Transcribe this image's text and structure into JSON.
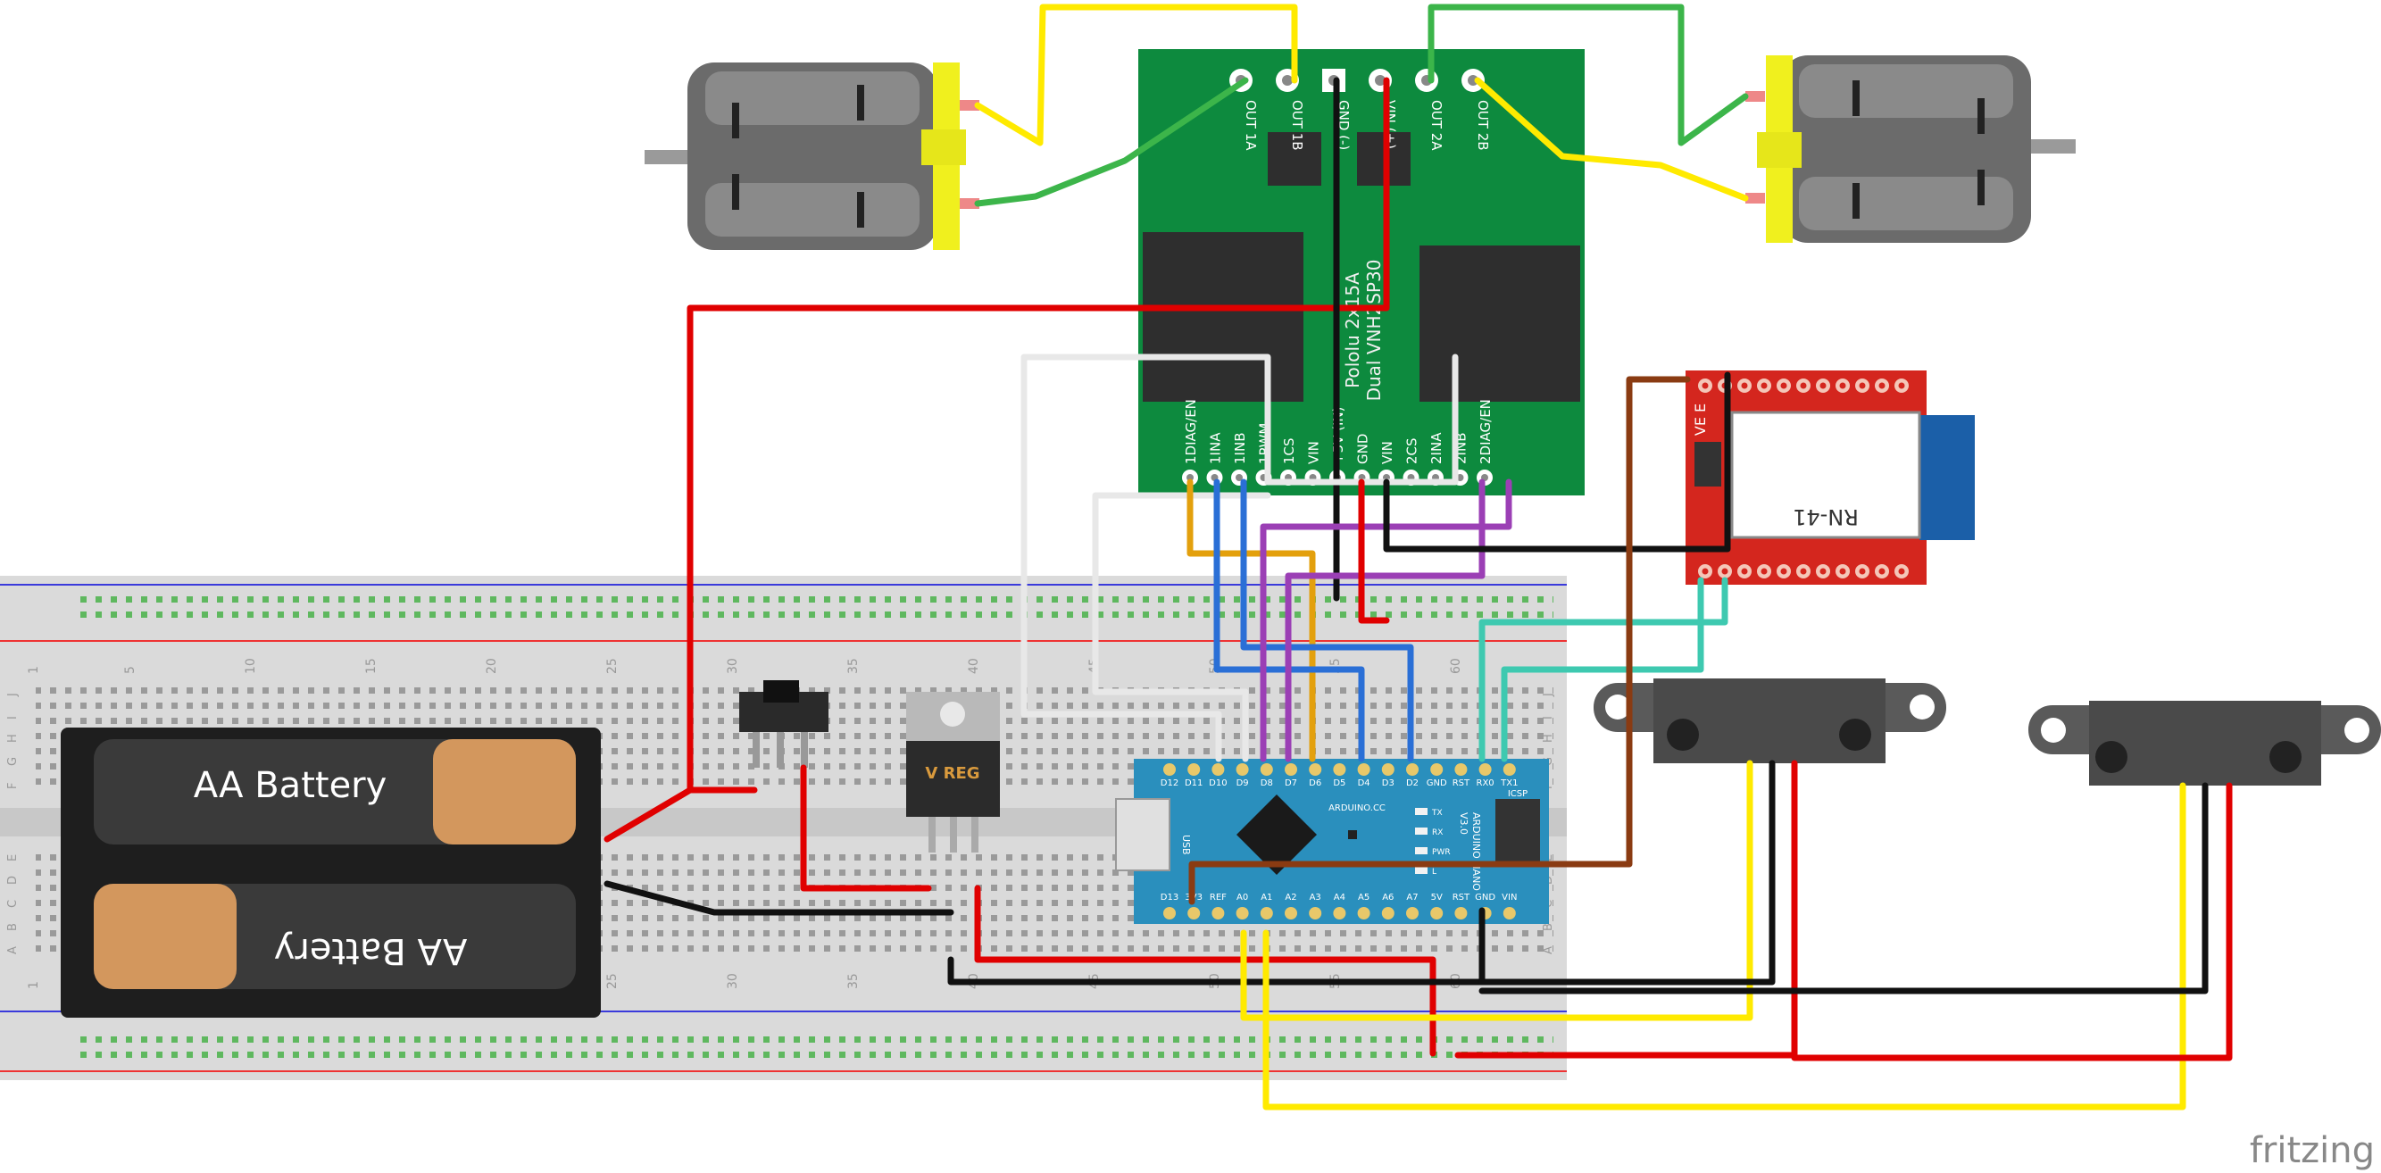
{
  "battery": {
    "top_label": "AA Battery",
    "bottom_label": "AA Battery"
  },
  "regulator": {
    "label": "V REG"
  },
  "driver_board": {
    "top_pins": [
      "OUT 1A",
      "OUT 1B",
      "GND (-)",
      "VIN (+)",
      "OUT 2A",
      "OUT 2B"
    ],
    "bottom_pins": [
      "1DIAG/EN",
      "1INA",
      "1INB",
      "1PWM",
      "1CS",
      "VIN",
      "+5V (IN)",
      "GND",
      "VIN",
      "2CS",
      "2INA",
      "2INB",
      "2DIAG/EN"
    ],
    "silkscreen_line1": "Pololu 2x15A",
    "silkscreen_line2": "Dual VNH2SP30"
  },
  "bluetooth": {
    "label": "RN-41",
    "side_label": "VE E"
  },
  "arduino": {
    "top_pins": [
      "D12",
      "D11",
      "D10",
      "D9",
      "D8",
      "D7",
      "D6",
      "D5",
      "D4",
      "D3",
      "D2",
      "GND",
      "RST",
      "RX0",
      "TX1"
    ],
    "bottom_pins": [
      "D13",
      "3V3",
      "REF",
      "A0",
      "A1",
      "A2",
      "A3",
      "A4",
      "A5",
      "A6",
      "A7",
      "5V",
      "RST",
      "GND",
      "VIN"
    ],
    "usb_label": "USB",
    "brand": "ARDUINO.CC",
    "name": "ARDUINO NANO",
    "version": "V3.0",
    "icsp": "ICSP",
    "leds": [
      "TX",
      "RX",
      "PWR",
      "L"
    ]
  },
  "breadboard": {
    "column_numbers": [
      "1",
      "5",
      "10",
      "15",
      "20",
      "25",
      "30",
      "35",
      "40",
      "45",
      "50",
      "55",
      "60"
    ],
    "row_letters_top": [
      "J",
      "I",
      "H",
      "G",
      "F"
    ],
    "row_letters_bottom": [
      "E",
      "D",
      "C",
      "B",
      "A"
    ]
  },
  "watermark": "fritzing",
  "colors": {
    "wire_red": "#e00000",
    "wire_black": "#111111",
    "wire_yellow": "#ffea00",
    "wire_green": "#3cb54a",
    "wire_white": "#e8e8e8",
    "wire_blue": "#2a6fd6",
    "wire_purple": "#9b3fb5",
    "wire_brown": "#8a3b12",
    "wire_teal": "#3ec9b0",
    "wire_orange": "#e3a00d",
    "board_green": "#0d8a3e",
    "arduino_blue": "#2a8fbd",
    "bt_red": "#d4261e"
  }
}
